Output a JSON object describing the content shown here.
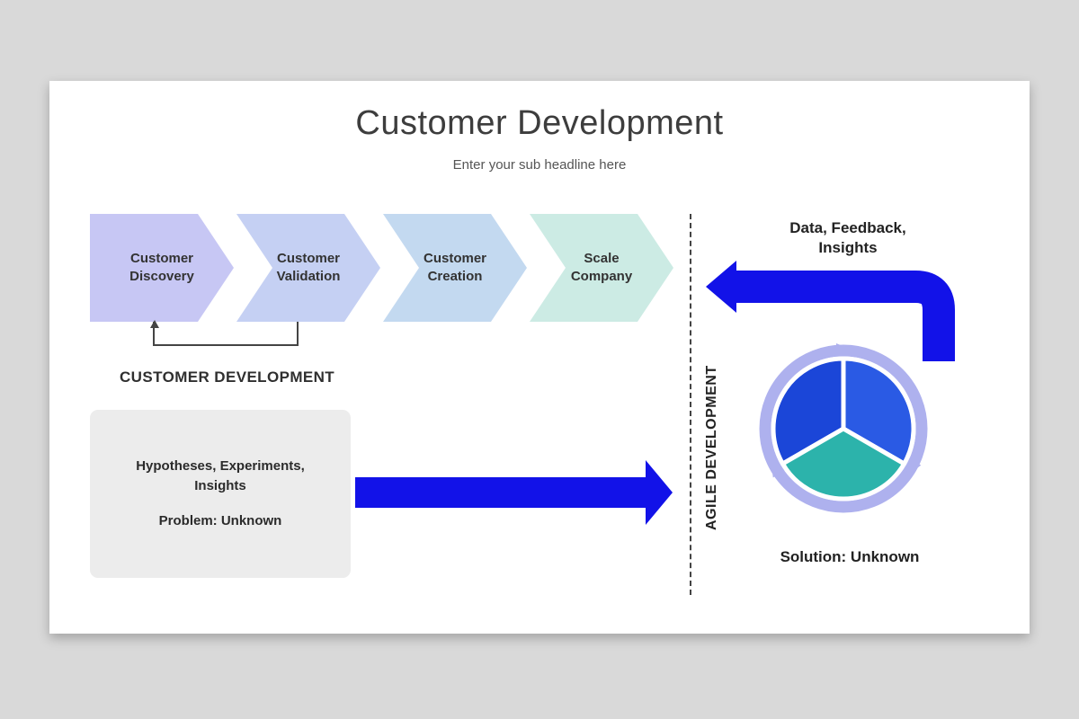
{
  "slide": {
    "title": "Customer Development",
    "subtitle": "Enter your sub headline here"
  },
  "process": {
    "caption": "CUSTOMER DEVELOPMENT",
    "steps": [
      {
        "label": "Customer Discovery",
        "color": "#c7c7f4"
      },
      {
        "label": "Customer Validation",
        "color": "#c5d0f3"
      },
      {
        "label": "Customer Creation",
        "color": "#c3d9f0"
      },
      {
        "label": "Scale Company",
        "color": "#ccebe4"
      }
    ]
  },
  "hypotheses_box": {
    "line1": "Hypotheses, Experiments, Insights",
    "line2": "Problem: Unknown"
  },
  "agile_label": "AGILE DEVELOPMENT",
  "feedback": {
    "line1": "Data, Feedback,",
    "line2": "Insights"
  },
  "solution_label": "Solution: Unknown",
  "colors": {
    "accent_blue": "#1212e8",
    "cycle_blue_left": "#1b46d8",
    "cycle_blue_right": "#2a5ae4",
    "cycle_teal": "#2cb3ab",
    "cycle_ring": "#aeb1ee"
  }
}
